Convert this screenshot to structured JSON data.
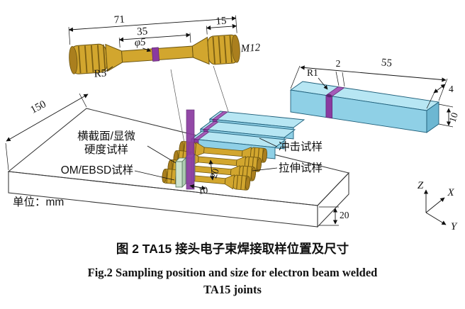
{
  "figure": {
    "unit_label": "单位：mm",
    "caption_zh": "图 2  TA15 接头电子束焊接取样位置及尺寸",
    "caption_en1": "Fig.2  Sampling position and size for electron beam welded",
    "caption_en2": "TA15 joints"
  },
  "tensile_specimen": {
    "total_length": "71",
    "gauge_length": "35",
    "grip_length": "15",
    "diameter": "φ5",
    "thread": "M12",
    "fillet_radius": "R5"
  },
  "impact_specimen": {
    "length": "55",
    "notch_width": "2",
    "notch_radius": "R1",
    "thickness": "4",
    "height": "10"
  },
  "block": {
    "length": "150",
    "thickness": "20",
    "sample_width": "10",
    "sample_height": "20",
    "labels": {
      "cross_section_1": "横截面/显微",
      "cross_section_2": "硬度试样",
      "om_ebsd": "OM/EBSD试样",
      "impact": "冲击试样",
      "tensile": "拉伸试样"
    }
  },
  "axes": {
    "x": "X",
    "y": "Y",
    "z": "Z"
  },
  "colors": {
    "specimen_gold": "#d2a62e",
    "impact_cyan": "#8fd0e6",
    "weld_purple": "#8a3aa0",
    "line_black": "#111111"
  }
}
